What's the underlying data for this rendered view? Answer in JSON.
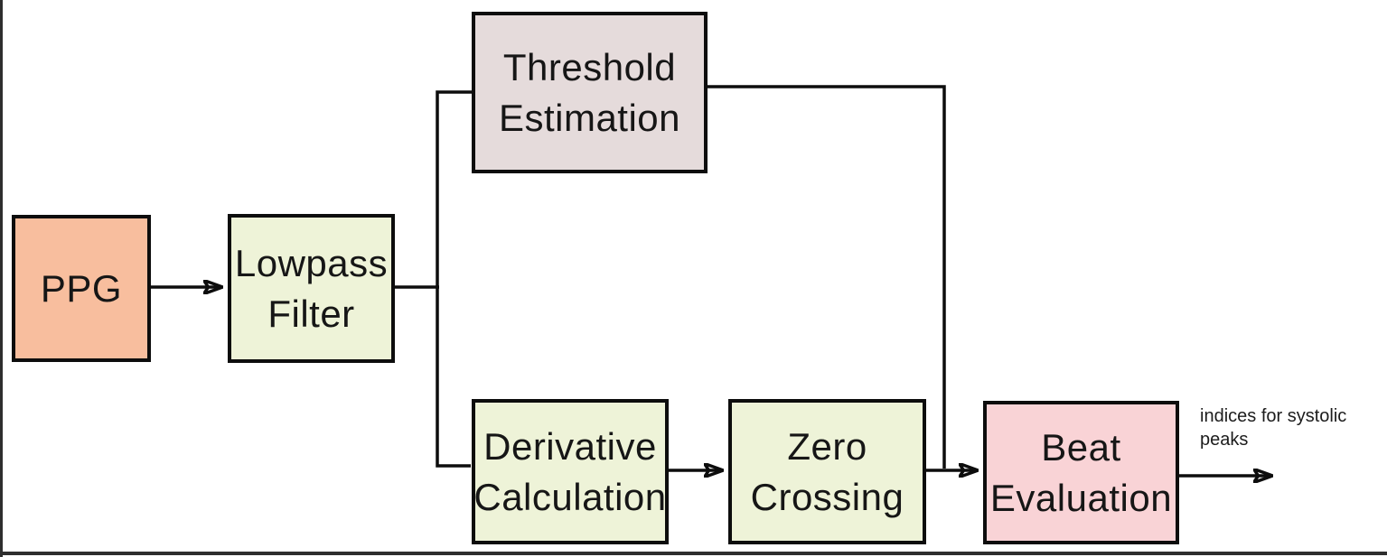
{
  "diagram": {
    "type": "flowchart-block-diagram",
    "nodes": {
      "ppg": {
        "label": "PPG",
        "fill": "#F8BE9E"
      },
      "lowpass": {
        "line1": "Lowpass",
        "line2": "Filter",
        "fill": "#EEF3D8"
      },
      "threshold": {
        "line1": "Threshold",
        "line2": "Estimation",
        "fill": "#E5DBDB"
      },
      "derivative": {
        "line1": "Derivative",
        "line2": "Calculation",
        "fill": "#EEF3D8"
      },
      "zero": {
        "line1": "Zero",
        "line2": "Crossing",
        "fill": "#EEF3D8"
      },
      "beat": {
        "line1": "Beat",
        "line2": "Evaluation",
        "fill": "#F9D3D6"
      }
    },
    "output_label": {
      "line1": "indices for systolic",
      "line2": "peaks"
    },
    "edges": [
      {
        "from": "ppg",
        "to": "lowpass",
        "arrowhead": true
      },
      {
        "from": "lowpass",
        "to": "threshold",
        "arrowhead": false
      },
      {
        "from": "lowpass",
        "to": "derivative",
        "arrowhead": false
      },
      {
        "from": "derivative",
        "to": "zero",
        "arrowhead": true
      },
      {
        "from": "zero",
        "to": "beat",
        "arrowhead": true
      },
      {
        "from": "threshold",
        "to": "beat",
        "arrowhead": false,
        "note": "joins zero-to-beat line"
      },
      {
        "from": "beat",
        "to": "output",
        "arrowhead": true
      }
    ],
    "colors": {
      "line": "#0d0d0d",
      "frame": "#2e2e2e",
      "background": "#FFFFFF",
      "text": "#161616"
    }
  }
}
